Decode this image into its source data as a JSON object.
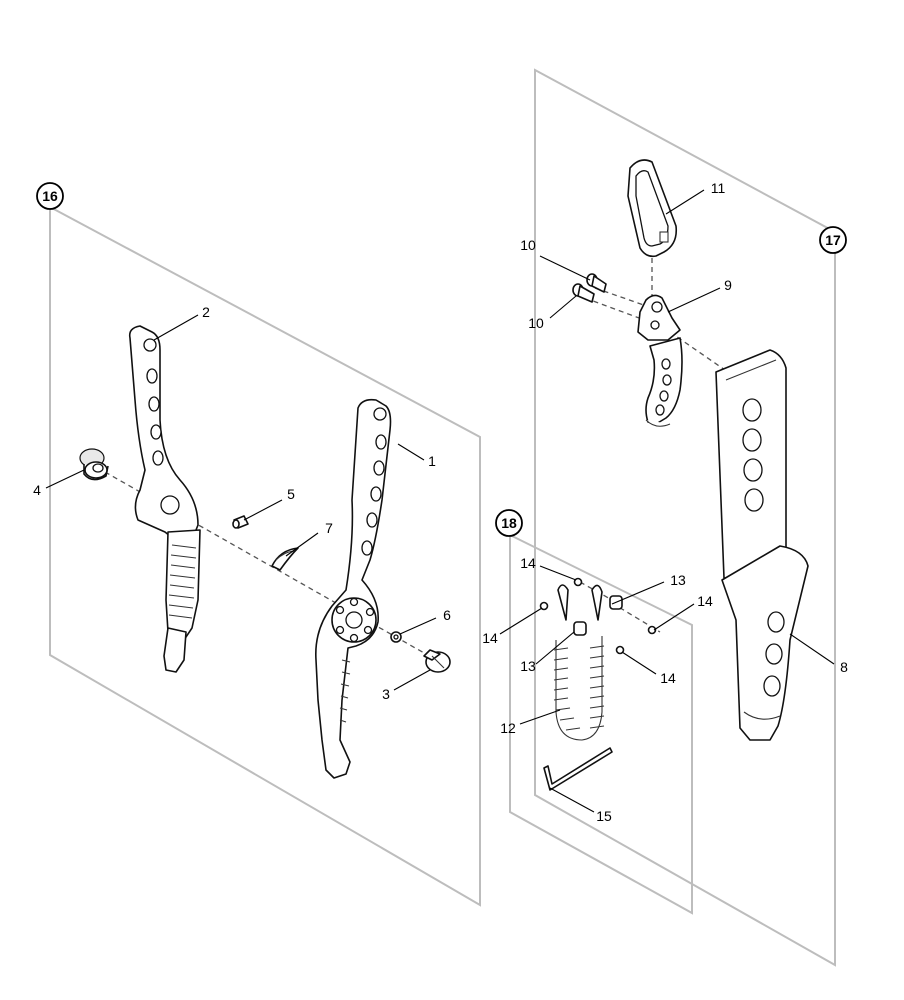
{
  "groups": [
    {
      "label": "16"
    },
    {
      "label": "17"
    },
    {
      "label": "18"
    }
  ],
  "callouts": [
    {
      "label": "1"
    },
    {
      "label": "2"
    },
    {
      "label": "3"
    },
    {
      "label": "4"
    },
    {
      "label": "5"
    },
    {
      "label": "6"
    },
    {
      "label": "7"
    },
    {
      "label": "8"
    },
    {
      "label": "9"
    },
    {
      "label": "10"
    },
    {
      "label": "10"
    },
    {
      "label": "11"
    },
    {
      "label": "12"
    },
    {
      "label": "13"
    },
    {
      "label": "13"
    },
    {
      "label": "14"
    },
    {
      "label": "14"
    },
    {
      "label": "14"
    },
    {
      "label": "14"
    },
    {
      "label": "15"
    }
  ]
}
